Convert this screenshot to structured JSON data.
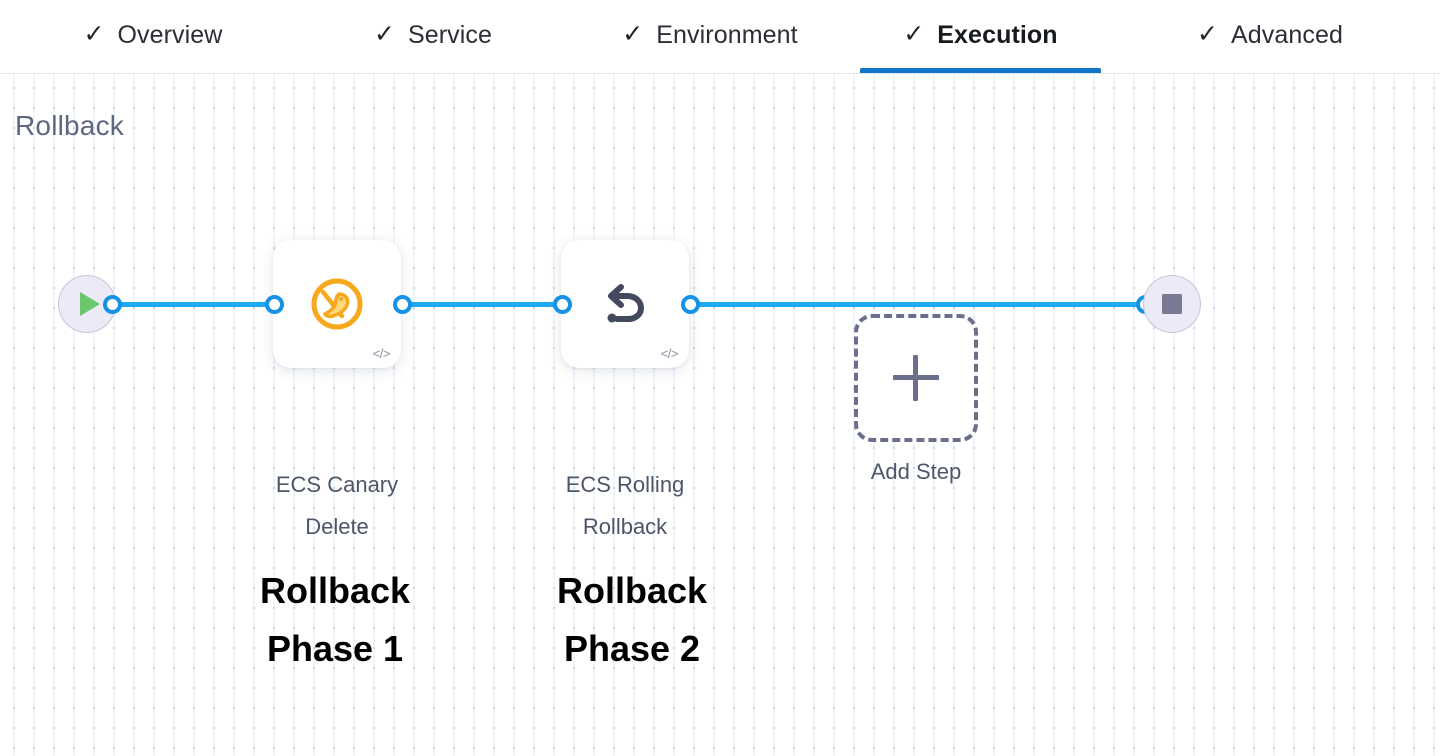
{
  "tabs": {
    "check_glyph": "✓",
    "items": [
      {
        "label": "Overview",
        "active": false
      },
      {
        "label": "Service",
        "active": false
      },
      {
        "label": "Environment",
        "active": false
      },
      {
        "label": "Execution",
        "active": true
      },
      {
        "label": "Advanced",
        "active": false
      }
    ]
  },
  "section": {
    "title": "Rollback"
  },
  "flow": {
    "start_node": {
      "icon": "play-icon"
    },
    "end_node": {
      "icon": "stop-icon"
    },
    "steps": [
      {
        "label_line1": "ECS Canary",
        "label_line2": "Delete",
        "icon": "canary-bird-icon",
        "code_glyph": "</>",
        "annotation_line1": "Rollback",
        "annotation_line2": "Phase 1"
      },
      {
        "label_line1": "ECS Rolling",
        "label_line2": "Rollback",
        "icon": "rollback-arrow-icon",
        "code_glyph": "</>",
        "annotation_line1": "Rollback",
        "annotation_line2": "Phase 2"
      }
    ],
    "add_step": {
      "label": "Add Step",
      "icon": "plus-icon"
    }
  },
  "colors": {
    "accent_blue": "#1eaaf1",
    "active_tab_blue": "#1175c7",
    "canary_orange": "#f5a623",
    "start_green": "#6cc86c",
    "terminal_lavender": "#eceaf6",
    "muted_slate": "#5f6780"
  }
}
